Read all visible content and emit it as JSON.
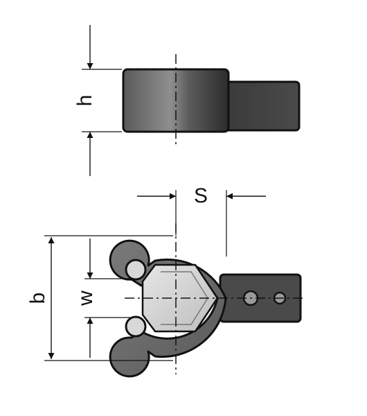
{
  "labels": {
    "h": "h",
    "s": "S",
    "b": "b",
    "w": "w"
  },
  "colors": {
    "body_dark": "#4a4a4a",
    "body_light": "#9a9a9a",
    "outline": "#111111",
    "background": "#ffffff"
  }
}
